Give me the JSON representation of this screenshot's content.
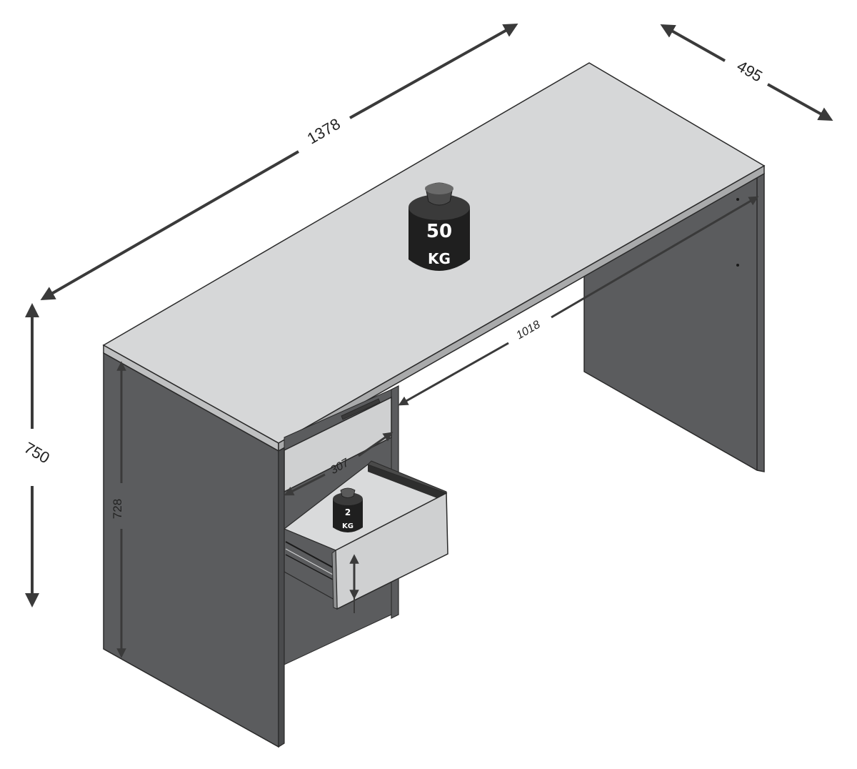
{
  "dimensions": {
    "width": "1378",
    "depth": "495",
    "height": "750",
    "leg_height": "728",
    "knee_space": "1018",
    "drawer_depth": "307"
  },
  "weights": {
    "desk_value": "50",
    "desk_unit": "KG",
    "drawer_value": "2",
    "drawer_unit": "KG"
  },
  "colors": {
    "panel_dark": "#5b5c5e",
    "panel_light": "#cfd0d1",
    "top_surface": "#d6d7d8",
    "weight_body": "#1f1f1f",
    "arrow": "#3a3a3a"
  }
}
